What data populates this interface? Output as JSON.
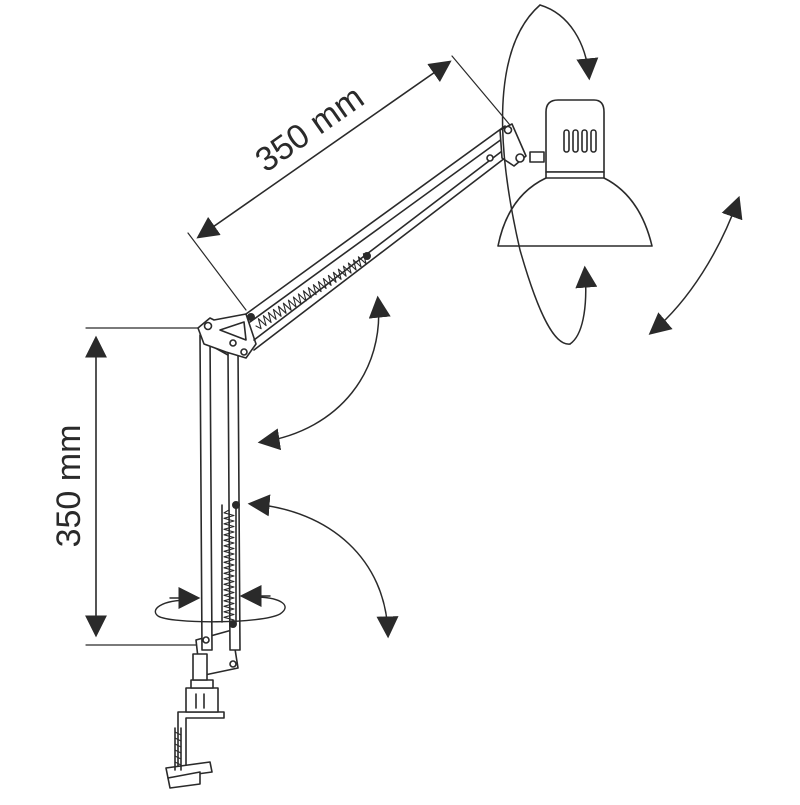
{
  "diagram": {
    "subject": "desk-lamp",
    "dimensions": {
      "upper_arm_label": "350 mm",
      "lower_arm_label": "350 mm"
    },
    "colors": {
      "line": "#2a2a2a",
      "background": "#ffffff"
    }
  }
}
